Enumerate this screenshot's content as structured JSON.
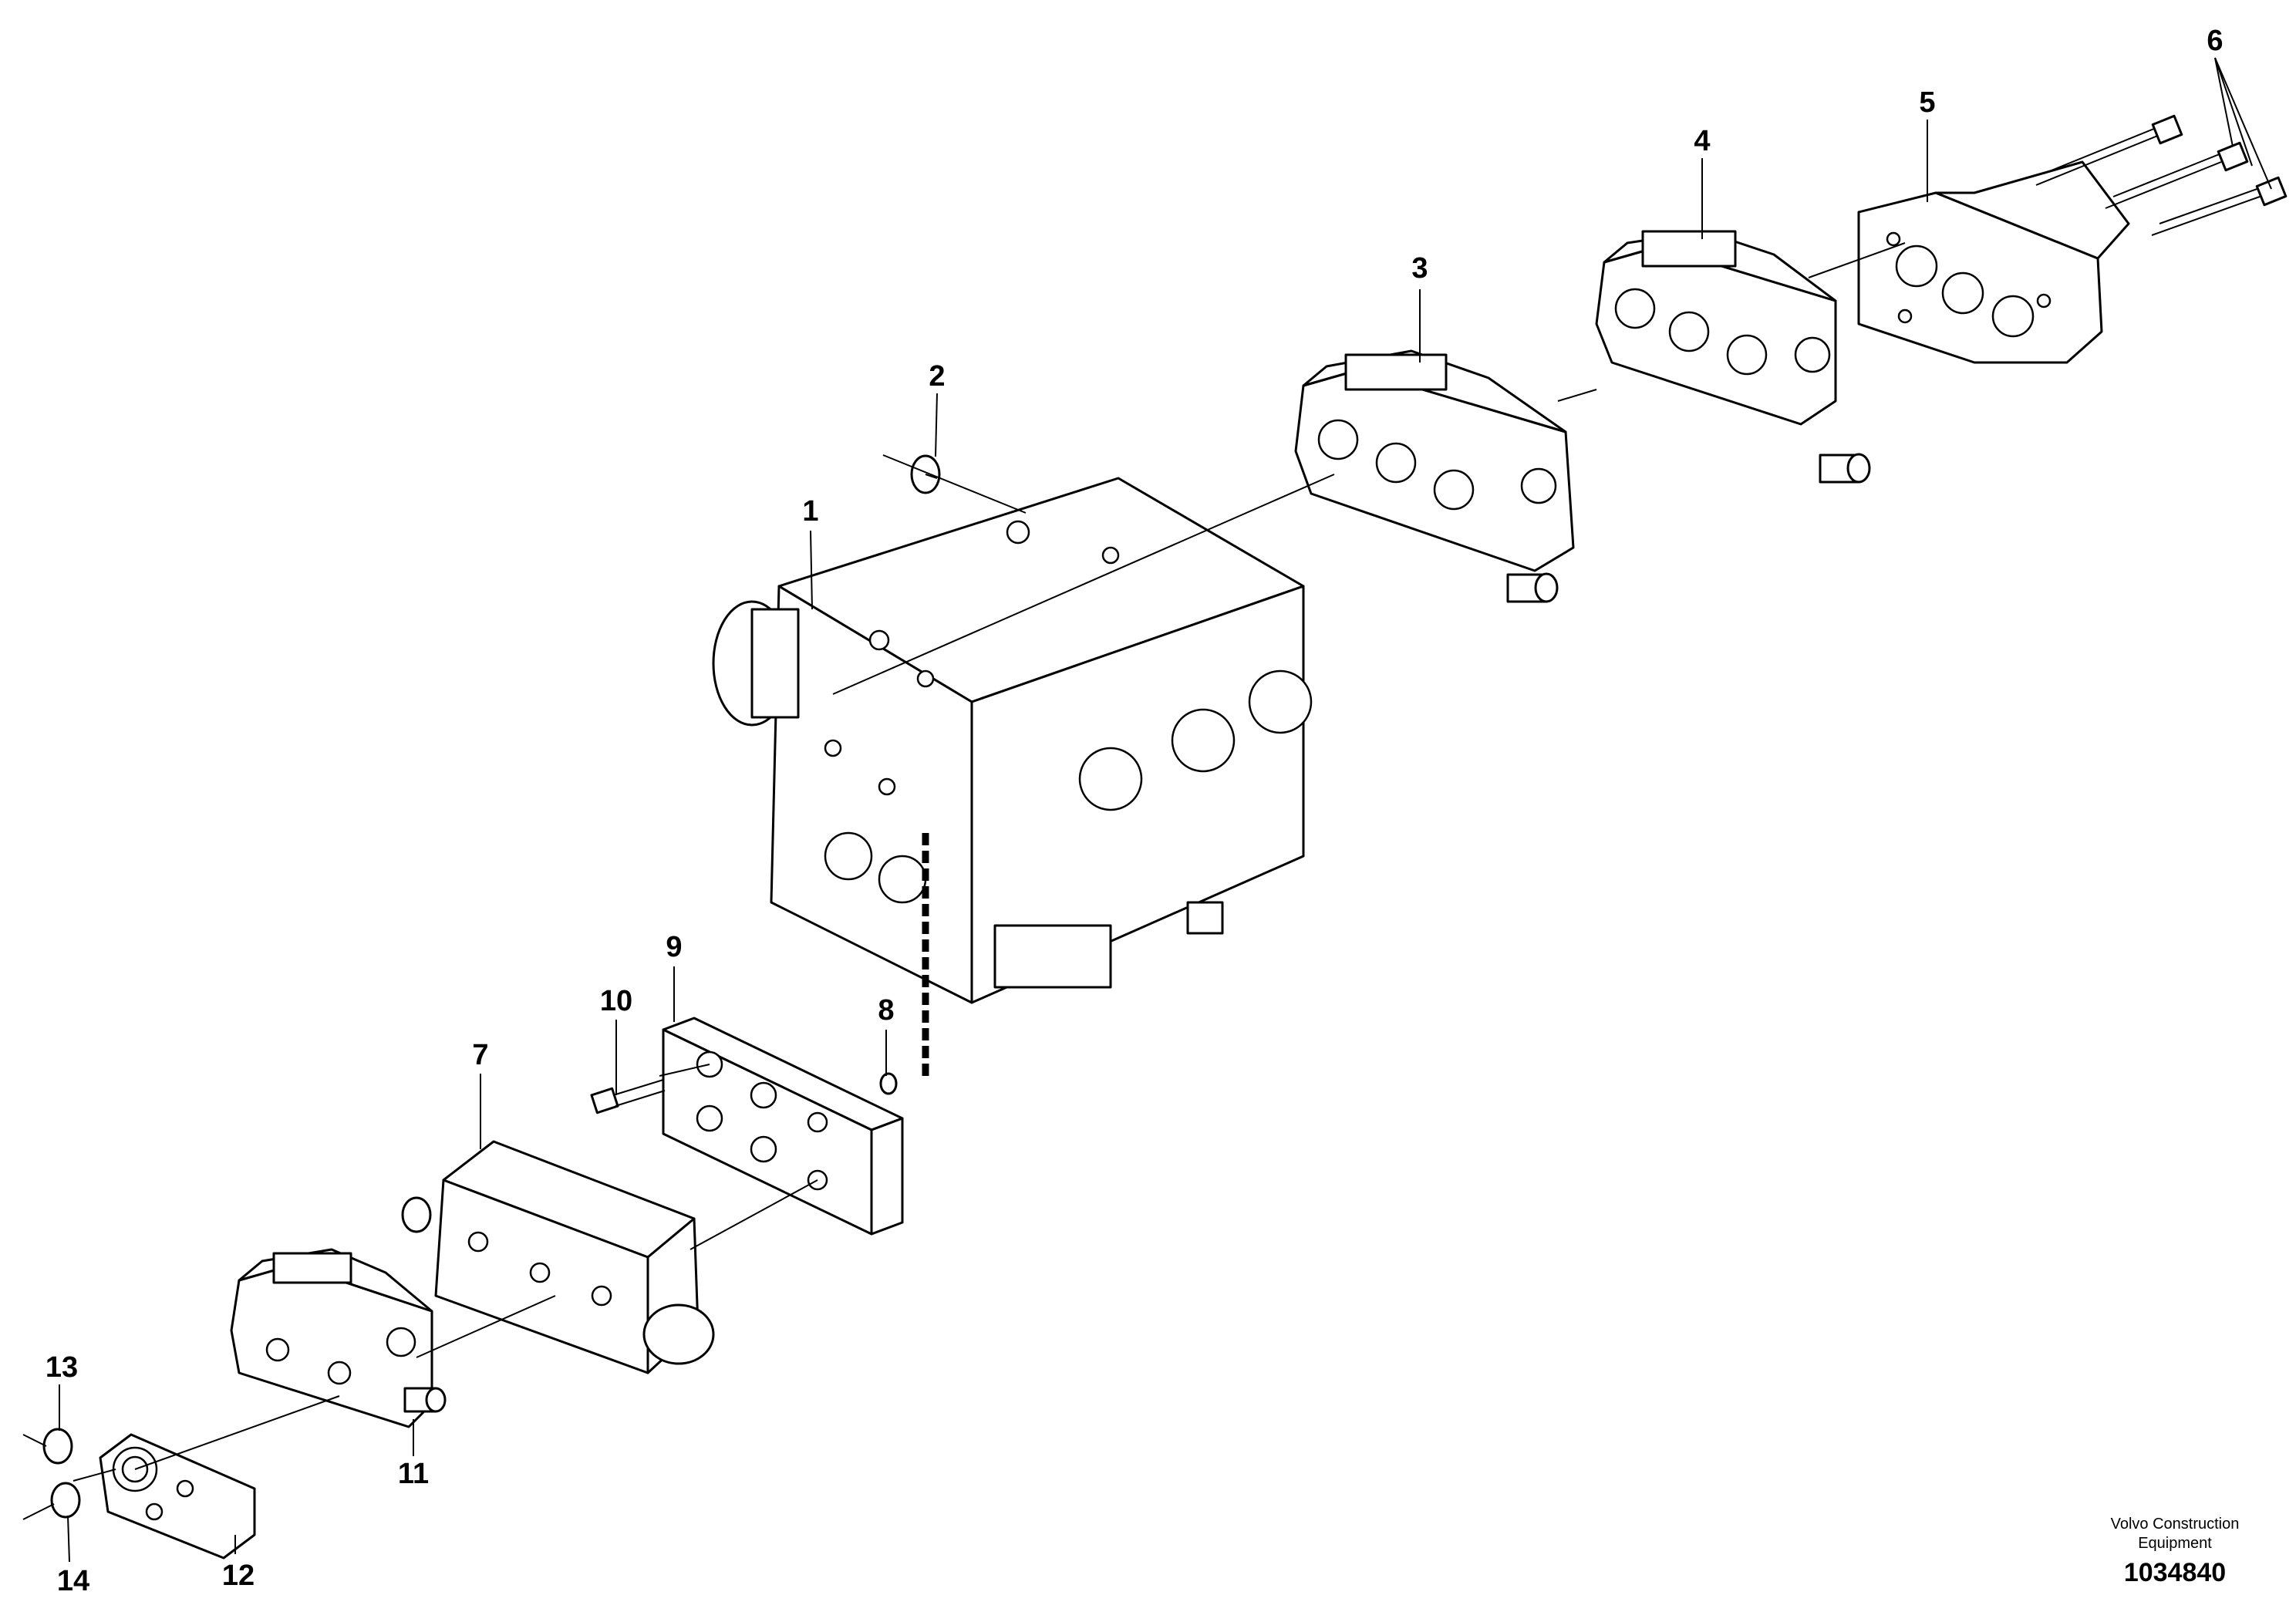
{
  "diagram": {
    "callouts": [
      "1",
      "2",
      "3",
      "4",
      "5",
      "6",
      "7",
      "8",
      "9",
      "10",
      "11",
      "12",
      "13",
      "14"
    ]
  },
  "credit": {
    "brand_line1": "Volvo Construction",
    "brand_line2": "Equipment",
    "drawing_number": "1034840"
  }
}
